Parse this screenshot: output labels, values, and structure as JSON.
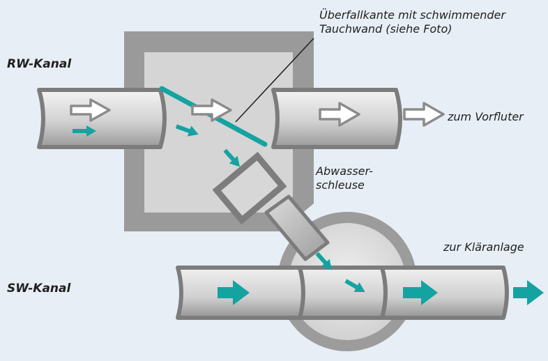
{
  "labels": {
    "rw_kanal": "RW-Kanal",
    "sw_kanal": "SW-Kanal",
    "overflow_line1": "Überfallkante mit schwimmender",
    "overflow_line2": "Tauchwand (siehe Foto)",
    "vorfluter": "zum Vorfluter",
    "schleuse_line1": "Abwasser-",
    "schleuse_line2": "schleuse",
    "klaeranlage": "zur Kläranlage"
  },
  "colors": {
    "background": "#e7eef5",
    "chamber_wall": "#999999",
    "chamber_inner": "#d4d4d4",
    "pipe_stroke": "#7c7c7c",
    "pipe_light": "#f4f4f4",
    "pipe_dark": "#9a9a9a",
    "water_flow": "#14a3a0",
    "text": "#1f1f1f"
  },
  "icons": [
    "flow-arrow-outline-icon",
    "flow-arrow-teal-icon"
  ]
}
